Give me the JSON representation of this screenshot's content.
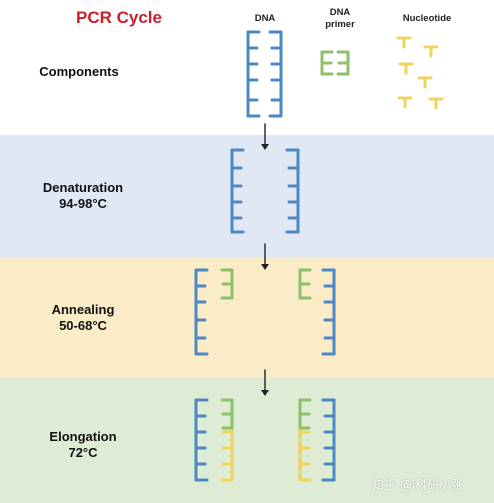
{
  "title": "PCR Cycle",
  "headers": {
    "dna": "DNA",
    "primer_line1": "DNA",
    "primer_line2": "primer",
    "nucleotide": "Nucleotide"
  },
  "stages": [
    {
      "id": "components",
      "label": "Components",
      "temp": "",
      "bg": "#ffffff"
    },
    {
      "id": "denaturation",
      "label": "Denaturation",
      "temp": "94-98°C",
      "bg": "#dfe8f4"
    },
    {
      "id": "annealing",
      "label": "Annealing",
      "temp": "50-68°C",
      "bg": "#fbecc8"
    },
    {
      "id": "elongation",
      "label": "Elongation",
      "temp": "72°C",
      "bg": "#deebd5"
    }
  ],
  "colors": {
    "dna": "#4b88c4",
    "primer": "#8cc06a",
    "nucleotide": "#f0d35a",
    "arrow": "#222222",
    "title": "#c8202a"
  },
  "watermark": "知乎 @i科研小张"
}
